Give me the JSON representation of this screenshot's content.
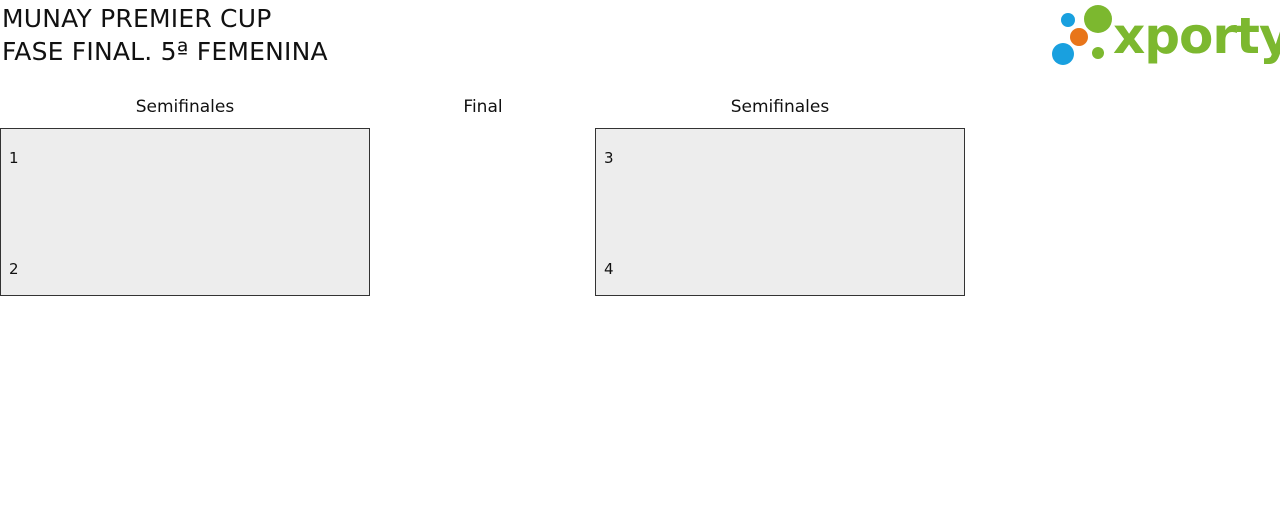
{
  "header": {
    "title_line1": "MUNAY PREMIER CUP",
    "title_line2": "FASE FINAL. 5ª FEMENINA"
  },
  "logo": {
    "wordmark": "xporty",
    "colors": {
      "green": "#7cb82f",
      "blue": "#19a0df",
      "orange": "#e8751a"
    }
  },
  "bracket": {
    "rounds": {
      "left": "Semifinales",
      "center": "Final",
      "right": "Semifinales"
    },
    "matches": [
      {
        "top_seed": "1",
        "bottom_seed": "2"
      },
      {
        "top_seed": "3",
        "bottom_seed": "4"
      }
    ],
    "box_fill": "#ededed"
  }
}
